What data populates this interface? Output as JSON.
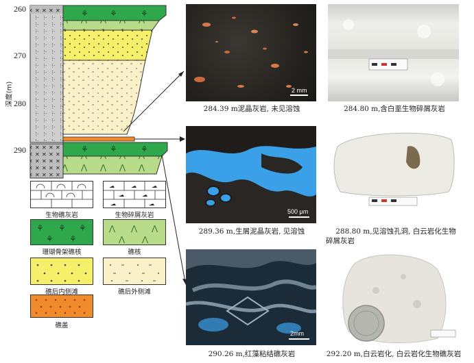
{
  "column": {
    "axis_title": "深度(m)",
    "depths": [
      "260",
      "270",
      "280",
      "290"
    ]
  },
  "legend": {
    "items": [
      {
        "label": "生物礁灰岩"
      },
      {
        "label": "生物碎屑灰岩"
      },
      {
        "label": "珊瑚骨架礁核"
      },
      {
        "label": "礁核"
      },
      {
        "label": "礁后内侧滩"
      },
      {
        "label": "礁后外侧滩"
      },
      {
        "label": "礁盖"
      }
    ]
  },
  "photos": [
    {
      "caption": "284.39 m泥晶灰岩, 未见溶蚀",
      "scale": "2 mm"
    },
    {
      "caption": "284.80 m,含白垩生物碎屑灰岩"
    },
    {
      "caption": "289.36 m,生屑泥晶灰岩, 见溶蚀",
      "scale": "500 μm"
    },
    {
      "caption_line1": "288.80 m,见溶蚀孔洞, 白云岩化生物",
      "caption_line2": "碎屑灰岩"
    },
    {
      "caption": "290.26 m,红藻粘结礁灰岩",
      "scale": "2mm"
    },
    {
      "caption": "292.20 m,白云岩化, 白云岩化生物礁灰岩"
    }
  ],
  "colors": {
    "coral_green": "#2ea84a",
    "reef_core": "#b8dc8a",
    "inner_shoal": "#f6ef6a",
    "outer_shoal": "#fbf1c8",
    "reef_cap": "#f08a2a",
    "thin_blue": "#3aa0e8"
  }
}
